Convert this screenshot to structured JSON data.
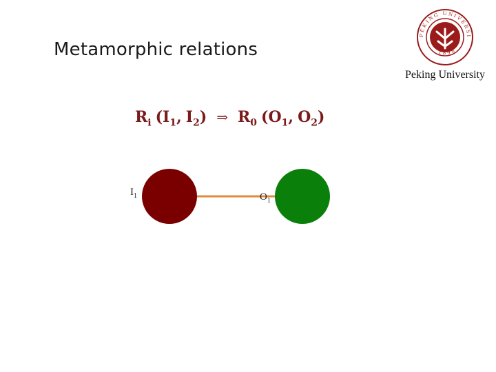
{
  "slide": {
    "title": "Metamorphic relations",
    "institution": "Peking University"
  },
  "logo": {
    "seal_text": "PEKING UNIVERSITY",
    "year": "1898",
    "color": "#9b1b1b"
  },
  "formula": {
    "r_i": "R",
    "r_i_sub": "i",
    "lparen1": "(",
    "i1": "I",
    "i1_sub": "1",
    "comma1": ",",
    "i2": "I",
    "i2_sub": "2",
    "rparen1": ")",
    "arrow": "⇒",
    "r_o": "R",
    "r_o_sub": "0",
    "lparen2": "(",
    "o1": "O",
    "o1_sub": "1",
    "comma2": ",",
    "o2": "O",
    "o2_sub": "2",
    "rparen2": ")",
    "color": "#7a1a1a"
  },
  "diagram": {
    "input_node": {
      "label": "I",
      "label_sub": "1",
      "color": "#7a0000"
    },
    "output_node": {
      "label": "O",
      "label_sub": "1",
      "color": "#0a7f0a"
    },
    "edge_color": "#e08a3a"
  }
}
